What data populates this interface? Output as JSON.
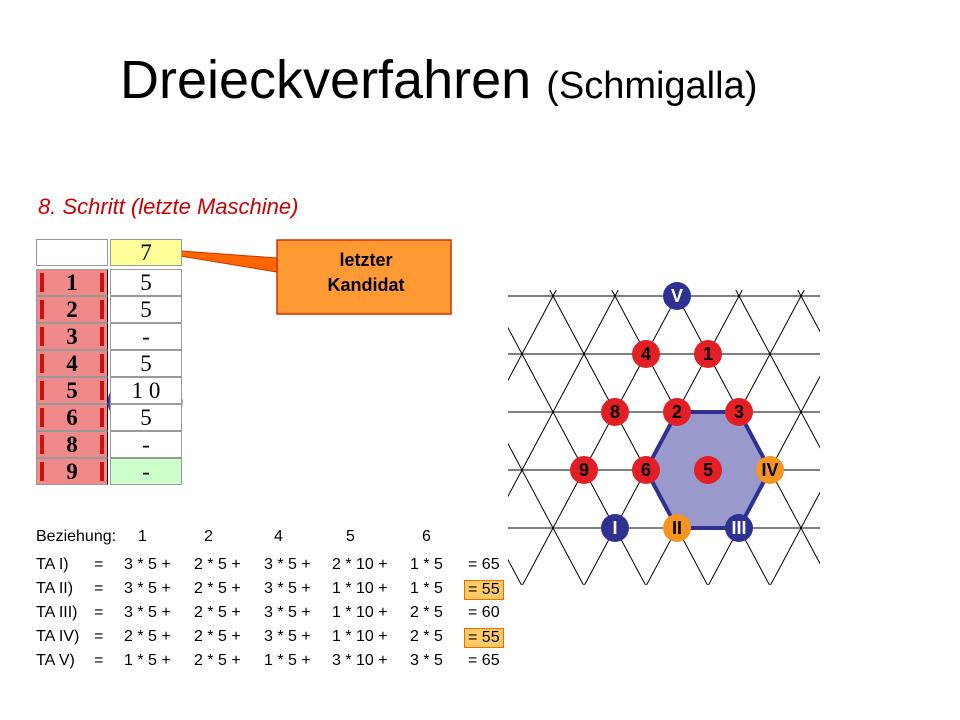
{
  "title": {
    "main": "Dreieckverfahren",
    "paren": "(Schmigalla)"
  },
  "step": "8. Schritt (letzte Maschine)",
  "callout": {
    "line1": "letzter",
    "line2": "Kandidat"
  },
  "table": {
    "header_value": "7",
    "rows": [
      {
        "machine": "1",
        "value": "5"
      },
      {
        "machine": "2",
        "value": "5"
      },
      {
        "machine": "3",
        "value": "-"
      },
      {
        "machine": "4",
        "value": "5"
      },
      {
        "machine": "5",
        "value": "1 0"
      },
      {
        "machine": "6",
        "value": "5"
      },
      {
        "machine": "8",
        "value": "-"
      },
      {
        "machine": "9",
        "value": "-"
      }
    ]
  },
  "relation": {
    "label": "Beziehung:",
    "cols": [
      "1",
      "2",
      "4",
      "5",
      "6"
    ],
    "rows": [
      {
        "label": "TA I)",
        "t1": "3 * 5 +",
        "t2": "2 * 5 +",
        "t3": "3 * 5 +",
        "t4": "2 * 10 +",
        "t5": "1 * 5",
        "result": "= 65",
        "highlight": false
      },
      {
        "label": "TA II)",
        "t1": "3 * 5 +",
        "t2": "2 * 5 +",
        "t3": "3 * 5 +",
        "t4": "1 * 10 +",
        "t5": "1 * 5",
        "result": "= 55",
        "highlight": true
      },
      {
        "label": "TA III)",
        "t1": "3 * 5 +",
        "t2": "2 * 5 +",
        "t3": "3 * 5 +",
        "t4": "1 * 10 +",
        "t5": "2 * 5",
        "result": "= 60",
        "highlight": false
      },
      {
        "label": "TA IV)",
        "t1": "2 * 5 +",
        "t2": "2 * 5 +",
        "t3": "3 * 5 +",
        "t4": "1 * 10 +",
        "t5": "2 * 5",
        "result": "= 55",
        "highlight": true
      },
      {
        "label": "TA V)",
        "t1": "1 * 5 +",
        "t2": "2 * 5 +",
        "t3": "1 * 5 +",
        "t4": "3 * 10 +",
        "t5": "3 * 5",
        "result": "= 65",
        "highlight": false
      }
    ]
  },
  "grid": {
    "nodes": [
      {
        "label": "V",
        "color": "#2e3192"
      },
      {
        "label": "4",
        "color": "#e31e24"
      },
      {
        "label": "1",
        "color": "#e31e24"
      },
      {
        "label": "8",
        "color": "#e31e24"
      },
      {
        "label": "2",
        "color": "#e31e24"
      },
      {
        "label": "3",
        "color": "#e31e24"
      },
      {
        "label": "9",
        "color": "#e31e24"
      },
      {
        "label": "6",
        "color": "#e31e24"
      },
      {
        "label": "5",
        "color": "#e31e24"
      },
      {
        "label": "IV",
        "color": "#f7941d"
      },
      {
        "label": "I",
        "color": "#2e3192"
      },
      {
        "label": "II",
        "color": "#f7941d"
      },
      {
        "label": "III",
        "color": "#2e3192"
      }
    ],
    "hex_fill": "#9999cc",
    "hex_stroke": "#2e3192"
  }
}
